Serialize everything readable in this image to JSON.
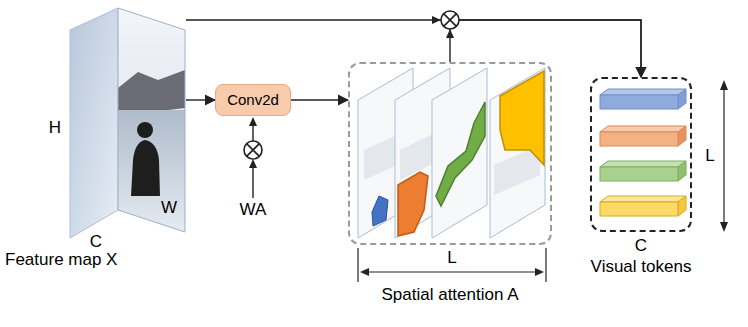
{
  "diagram": {
    "nodes": [
      {
        "text": [
          "Feature map X"
        ]
      },
      {
        "text": [
          "Conv2d"
        ]
      },
      {
        "text": [
          "Spatial attention A"
        ]
      },
      {
        "text": [
          "Visual tokens"
        ]
      }
    ],
    "edges": [
      {
        "from": 0,
        "to": 1,
        "arrow": "to"
      },
      {
        "from": 1,
        "to": 2,
        "arrow": "to"
      },
      {
        "from": 0,
        "to": 3,
        "arrow": "to"
      },
      {
        "from": 2,
        "to": 3,
        "arrow": "to"
      }
    ],
    "labels": [
      "H",
      "W",
      "C",
      "WA",
      "L",
      "L",
      "C"
    ]
  }
}
